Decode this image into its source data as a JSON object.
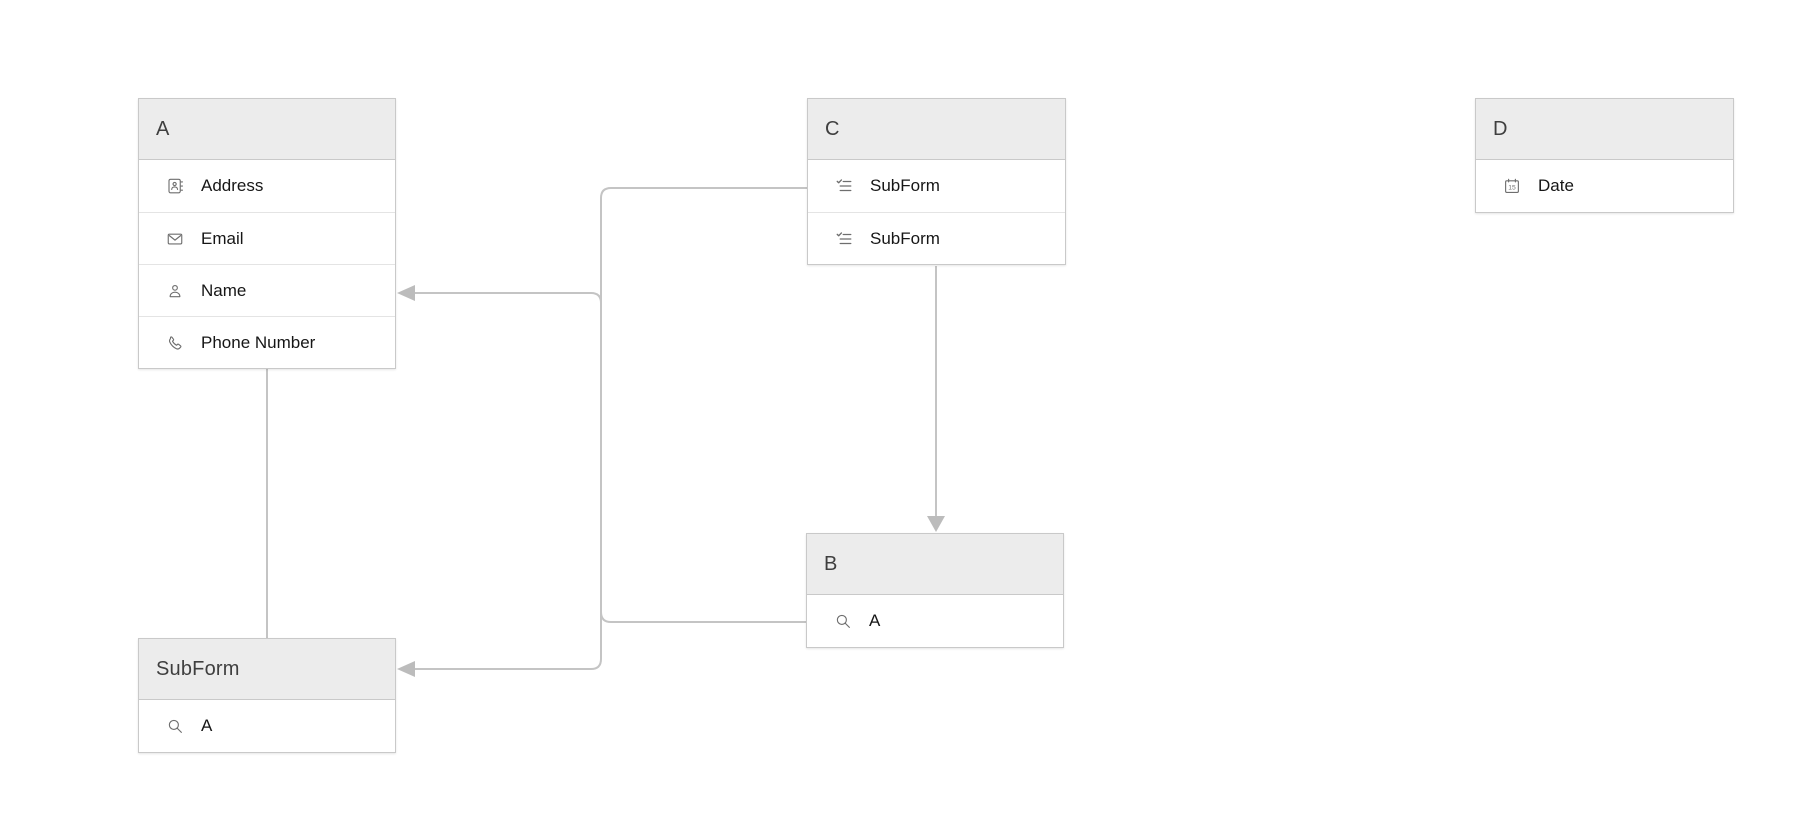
{
  "diagram": {
    "colors": {
      "canvas_background": "#ffffff",
      "node_header_background": "#ececec",
      "node_border": "#c9c9c9",
      "row_divider": "#e4e4e4",
      "header_text": "#3f3f3f",
      "field_text": "#161616",
      "icon_stroke": "#6e6e6e",
      "connector_line": "#c4c4c4",
      "arrowhead_fill": "#bcbcbc"
    },
    "nodes": {
      "a": {
        "title": "A",
        "fields": [
          {
            "icon": "address-icon",
            "label": "Address"
          },
          {
            "icon": "email-icon",
            "label": "Email"
          },
          {
            "icon": "user-icon",
            "label": "Name"
          },
          {
            "icon": "phone-icon",
            "label": "Phone Number"
          }
        ]
      },
      "c": {
        "title": "C",
        "fields": [
          {
            "icon": "subform-icon",
            "label": "SubForm"
          },
          {
            "icon": "subform-icon",
            "label": "SubForm"
          }
        ]
      },
      "d": {
        "title": "D",
        "fields": [
          {
            "icon": "calendar-icon",
            "label": "Date"
          }
        ]
      },
      "b": {
        "title": "B",
        "fields": [
          {
            "icon": "lookup-icon",
            "label": "A"
          }
        ]
      },
      "subform": {
        "title": "SubForm",
        "fields": [
          {
            "icon": "lookup-icon",
            "label": "A"
          }
        ]
      }
    },
    "connections": [
      {
        "from": "C.SubForm",
        "to": "SubForm",
        "arrow": true
      },
      {
        "from": "B.A",
        "to": "A.Name",
        "arrow": true
      },
      {
        "from": "C",
        "to": "B",
        "arrow": true
      },
      {
        "from": "A",
        "to": "SubForm",
        "arrow": false
      }
    ]
  }
}
